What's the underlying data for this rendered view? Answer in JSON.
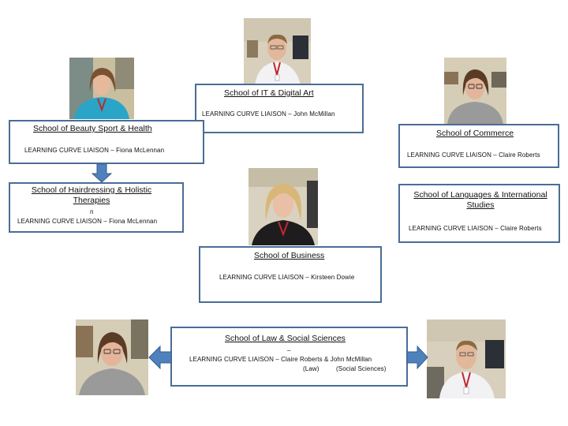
{
  "boxes": {
    "it": {
      "title": "School of IT & Digital Art",
      "liaison": "LEARNING CURVE LIAISON – John McMillan"
    },
    "beauty": {
      "title": "School of Beauty Sport & Health",
      "liaison": "LEARNING CURVE LIAISON – Fiona McLennan"
    },
    "commerce": {
      "title": "School of Commerce",
      "liaison": "LEARNING CURVE LIAISON – Claire Roberts"
    },
    "hairdressing": {
      "title": "School of Hairdressing & Holistic Therapies",
      "stray": "n",
      "liaison": "LEARNING CURVE LIAISON – Fiona McLennan"
    },
    "languages": {
      "title": "School of Languages & International Studies",
      "liaison": "LEARNING CURVE LIAISON – Claire Roberts"
    },
    "business": {
      "title": "School of Business",
      "liaison": "LEARNING CURVE LIAISON – Kirsteen Dowie"
    },
    "law": {
      "title": "School of Law & Social Sciences",
      "stray": "_",
      "liaison": "LEARNING CURVE LIAISON – Claire Roberts & John McMillan",
      "sub_law": "(Law)",
      "sub_social": "(Social Sciences)"
    }
  },
  "colors": {
    "box_border": "#4a6d96",
    "arrow_fill": "#4f81bd",
    "arrow_stroke": "#385d8a"
  }
}
